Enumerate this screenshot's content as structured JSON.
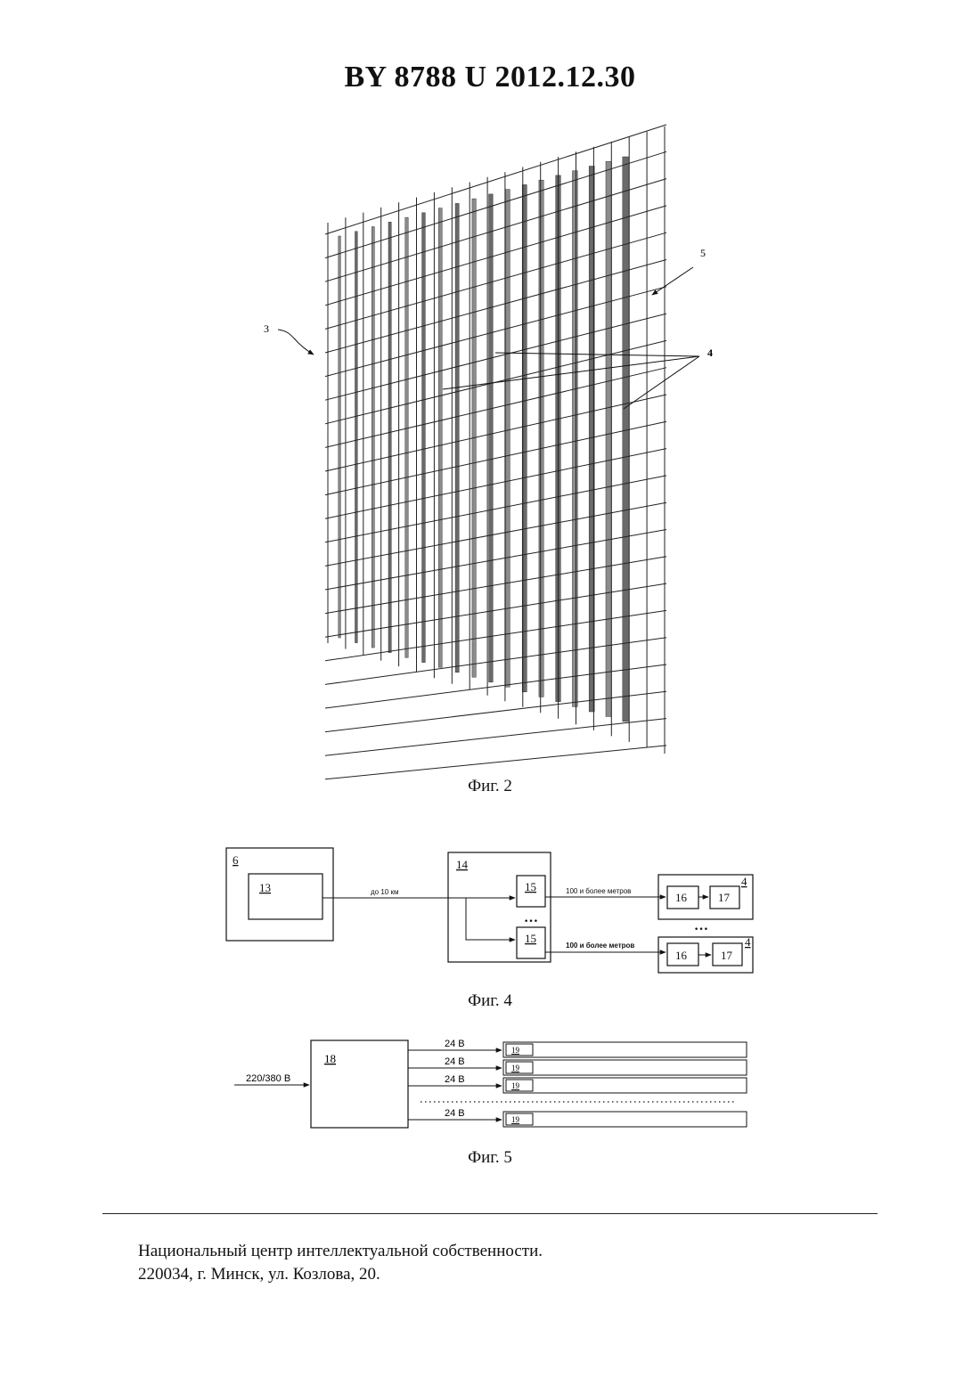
{
  "header": {
    "title": "BY  8788  U  2012.12.30"
  },
  "fig2": {
    "caption": "Фиг. 2",
    "labels": {
      "panel": "3",
      "frame": "5",
      "strips": "4"
    }
  },
  "fig4": {
    "caption": "Фиг. 4",
    "labels": {
      "controller_outer": "6",
      "controller_inner": "13",
      "link_distance": "до 10 км",
      "hub": "14",
      "port_a": "15",
      "port_b": "15",
      "ellipsis_ports": "…",
      "cable_a": "100 и более метров",
      "cable_b": "100 и более метров",
      "module_a": "4",
      "module_a_in": "16",
      "module_a_out": "17",
      "ellipsis_modules": "…",
      "module_b": "4",
      "module_b_in": "16",
      "module_b_out": "17"
    }
  },
  "fig5": {
    "caption": "Фиг. 5",
    "labels": {
      "psu": "18",
      "mains": "220/380 В",
      "out_voltage": [
        "24 В",
        "24 В",
        "24 В",
        "24 В"
      ],
      "strip": [
        "19",
        "19",
        "19",
        "19"
      ]
    }
  },
  "footer": {
    "line1": "Национальный центр интеллектуальной собственности.",
    "line2": "220034, г. Минск, ул. Козлова, 20."
  }
}
